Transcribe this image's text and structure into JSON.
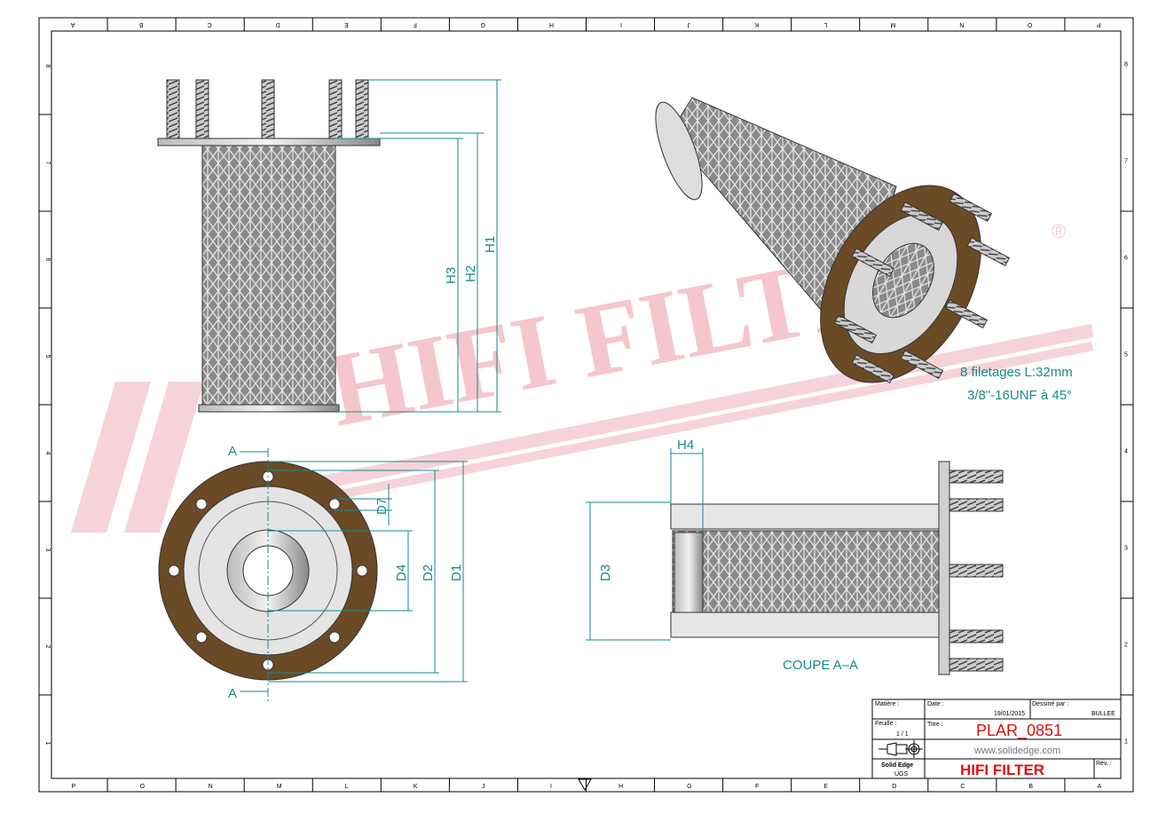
{
  "border": {
    "columns": [
      "P",
      "O",
      "N",
      "M",
      "L",
      "K",
      "J",
      "I",
      "H",
      "G",
      "F",
      "E",
      "D",
      "C",
      "B",
      "A"
    ],
    "rows": [
      "8",
      "7",
      "6",
      "5",
      "4",
      "3",
      "2",
      "1"
    ]
  },
  "watermark": {
    "text": "HIFI FILTER",
    "mark": "®"
  },
  "dimensions": {
    "h1": "H1",
    "h2": "H2",
    "h3": "H3",
    "h4": "H4",
    "d1": "D1",
    "d2": "D2",
    "d3": "D3",
    "d4": "D4",
    "d7": "D7",
    "section_a_top": "A",
    "section_a_bottom": "A"
  },
  "note": {
    "line1": "8 filetages L:32mm",
    "line2": "3/8\"-16UNF à 45°"
  },
  "section_label": "COUPE A–A",
  "title_block": {
    "matiere_label": "Matière :",
    "date_label": "Date :",
    "date": "19/01/2015",
    "designer_label": "Dessiné par :",
    "designer": "BULLEE",
    "feuille_label": "Feuille :",
    "feuille": "1 / 1",
    "titre_label": "Titre :",
    "title": "PLAR_0851",
    "website": "www.solidedge.com",
    "software": "Solid Edge",
    "units": "UGS",
    "company": "HIFI FILTER",
    "rev_label": "Rév. :"
  },
  "colors": {
    "accent": "#1a8a8a",
    "title_red": "#e01010",
    "flange": "#6b4a26",
    "watermark": "#f4c0c8"
  }
}
